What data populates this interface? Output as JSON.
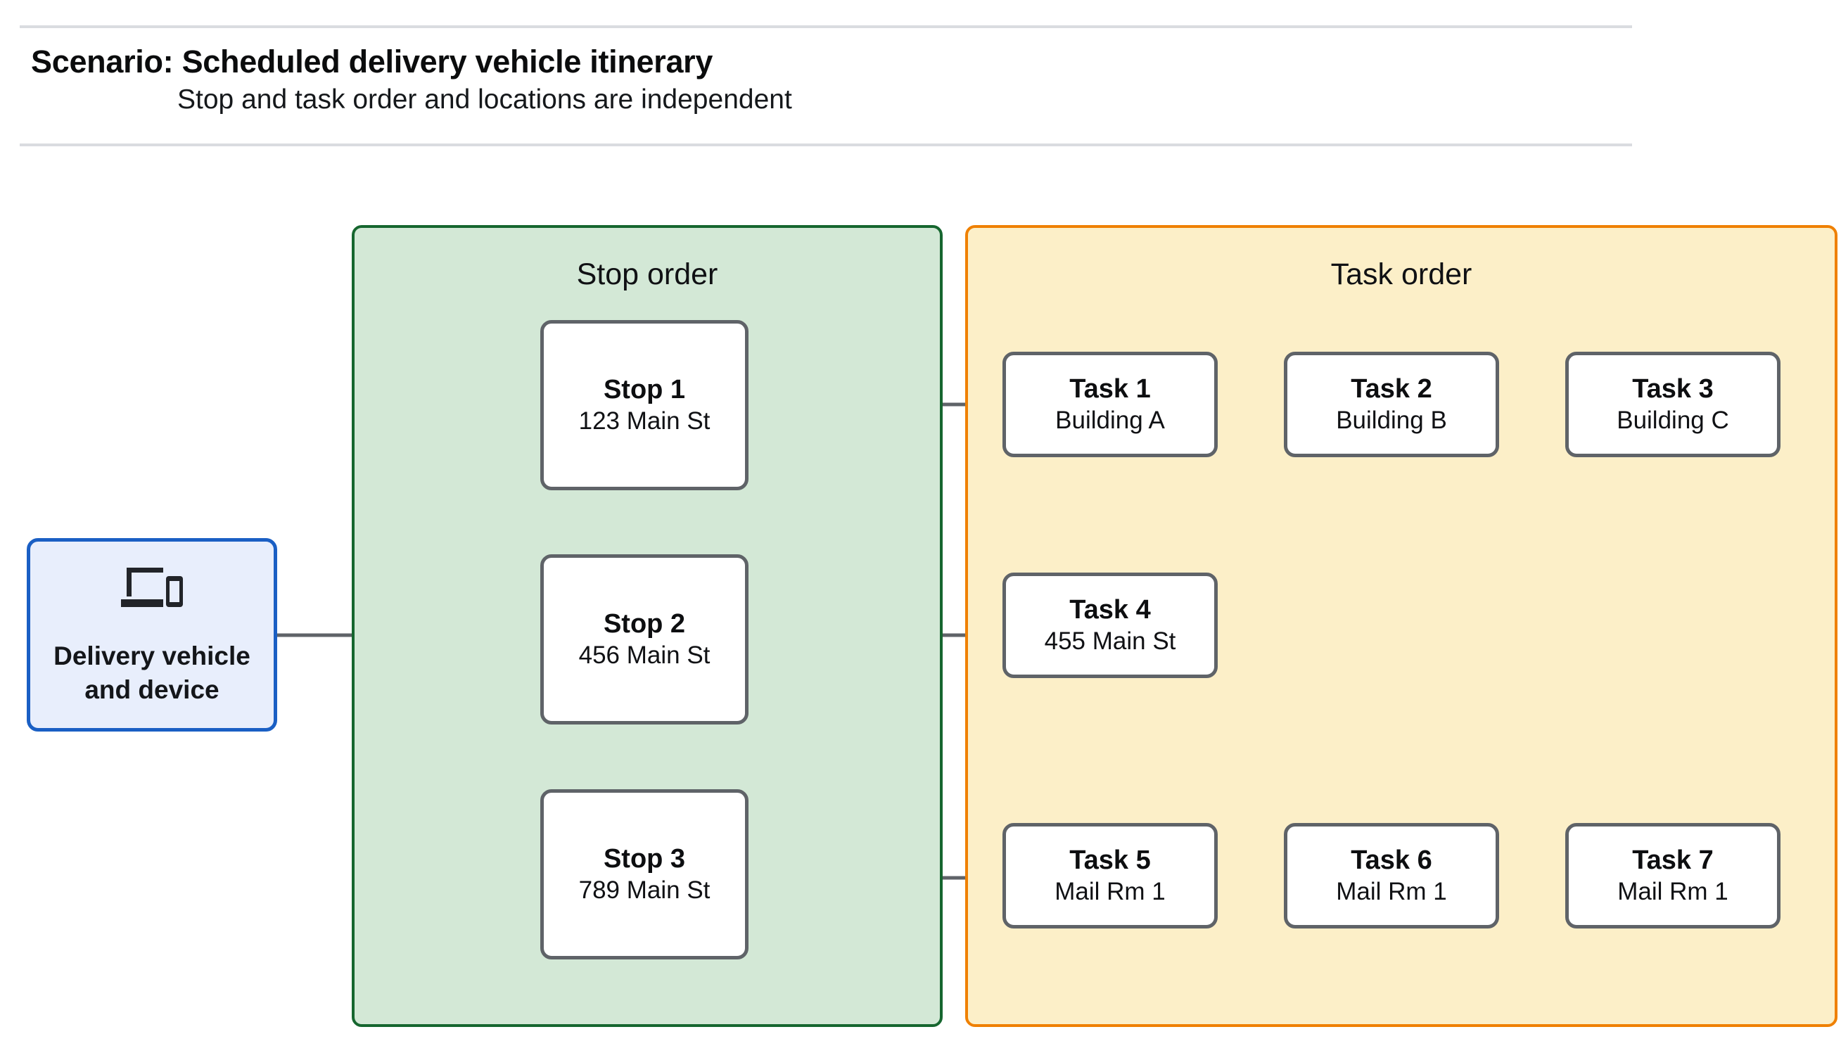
{
  "header": {
    "title": "Scenario: Scheduled delivery vehicle itinerary",
    "subtitle": "Stop and task order and locations are independent"
  },
  "device": {
    "icon": "devices-icon",
    "label": "Delivery vehicle\nand device",
    "border_color": "#1a5fc4",
    "fill_color": "#e8eefc"
  },
  "stop_group": {
    "title": "Stop order",
    "fill_color": "#d3e8d6",
    "border_color": "#16662f",
    "stops": [
      {
        "title": "Stop 1",
        "address": "123 Main St"
      },
      {
        "title": "Stop 2",
        "address": "456 Main St"
      },
      {
        "title": "Stop 3",
        "address": "789 Main St"
      }
    ]
  },
  "task_group": {
    "title": "Task order",
    "fill_color": "#fcefc8",
    "border_color": "#ef8000",
    "rows": [
      {
        "tasks": [
          {
            "title": "Task 1",
            "location": "Building A"
          },
          {
            "title": "Task 2",
            "location": "Building B"
          },
          {
            "title": "Task 3",
            "location": "Building C"
          }
        ]
      },
      {
        "tasks": [
          {
            "title": "Task 4",
            "location": "455 Main St"
          }
        ]
      },
      {
        "tasks": [
          {
            "title": "Task 5",
            "location": "Mail Rm 1"
          },
          {
            "title": "Task 6",
            "location": "Mail Rm 1"
          },
          {
            "title": "Task 7",
            "location": "Mail Rm 1"
          }
        ]
      }
    ]
  },
  "connector_color": "#5f6368",
  "rule_color": "#dadce0"
}
